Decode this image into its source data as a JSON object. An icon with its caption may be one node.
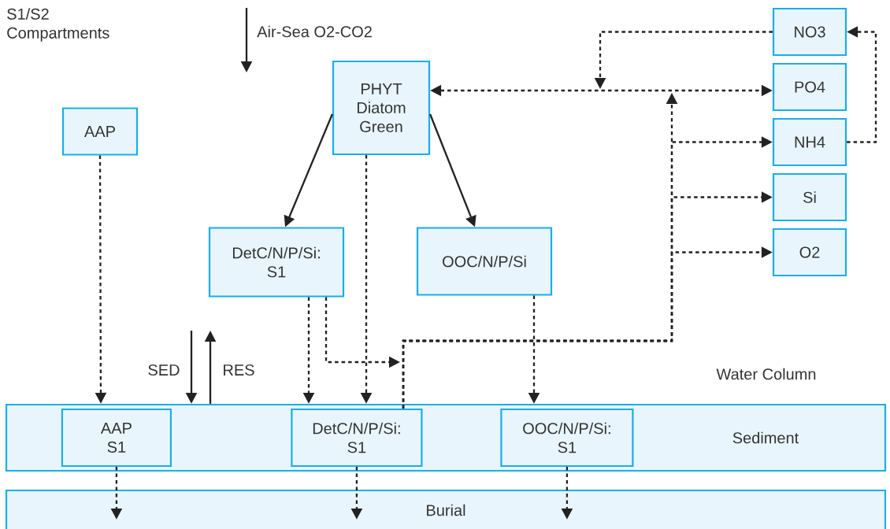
{
  "diagram": {
    "title": "S1/S2 Compartments",
    "nodes": [
      {
        "text": [
          "AAP"
        ]
      },
      {
        "text": [
          "PHYT Diatom Green"
        ]
      },
      {
        "text": [
          "DetC/N/P/Si: S1"
        ]
      },
      {
        "text": [
          "OOC/N/P/Si"
        ]
      },
      {
        "text": [
          "NO3"
        ]
      },
      {
        "text": [
          "PO4"
        ]
      },
      {
        "text": [
          "NH4"
        ]
      },
      {
        "text": [
          "Si"
        ]
      },
      {
        "text": [
          "O2"
        ]
      },
      {
        "text": [
          "Sediment"
        ]
      },
      {
        "text": [
          "AAP S1"
        ],
        "in": 9
      },
      {
        "text": [
          "DetC/N/P/Si: S1"
        ],
        "in": 9
      },
      {
        "text": [
          "OOC/N/P/Si: S1"
        ],
        "in": 9
      },
      {
        "text": [
          "Burial"
        ]
      }
    ],
    "edges": [
      {
        "from": 0,
        "to": 9,
        "arrow": "to",
        "style": "dashed"
      },
      {
        "from": 1,
        "to": 2,
        "arrow": "to"
      },
      {
        "from": 1,
        "to": 3,
        "arrow": "to"
      },
      {
        "from": 1,
        "to": 9,
        "arrow": "to",
        "style": "dashed"
      },
      {
        "from": 2,
        "to": 9,
        "arrow": "to",
        "style": "dashed"
      },
      {
        "from": 2,
        "to": null,
        "arrow": "to",
        "style": "dashed"
      },
      {
        "from": 3,
        "to": 9,
        "arrow": "to",
        "style": "dashed"
      },
      {
        "from": 1,
        "to": 5,
        "arrow": "both",
        "style": "dashed"
      },
      {
        "from": 4,
        "to": null,
        "arrow": "to",
        "style": "dashed"
      },
      {
        "from": 11,
        "to": null,
        "arrow": "to",
        "style": "dashed"
      },
      {
        "from": 11,
        "to": 6,
        "arrow": "to",
        "style": "dashed"
      },
      {
        "from": 11,
        "to": 7,
        "arrow": "to",
        "style": "dashed"
      },
      {
        "from": 11,
        "to": 8,
        "arrow": "to",
        "style": "dashed"
      },
      {
        "from": 6,
        "to": 4,
        "arrow": "to",
        "style": "dashed"
      },
      {
        "from": null,
        "to": 9,
        "arrow": "to",
        "label": "SED"
      },
      {
        "from": 9,
        "to": null,
        "arrow": "to",
        "label": "RES"
      },
      {
        "from": 10,
        "to": 13,
        "arrow": "to",
        "style": "dashed"
      },
      {
        "from": 11,
        "to": 13,
        "arrow": "to",
        "style": "dashed"
      },
      {
        "from": 12,
        "to": 13,
        "arrow": "to",
        "style": "dashed"
      }
    ],
    "labels": [
      "Air-Sea O2-CO2",
      "Water Column"
    ]
  }
}
